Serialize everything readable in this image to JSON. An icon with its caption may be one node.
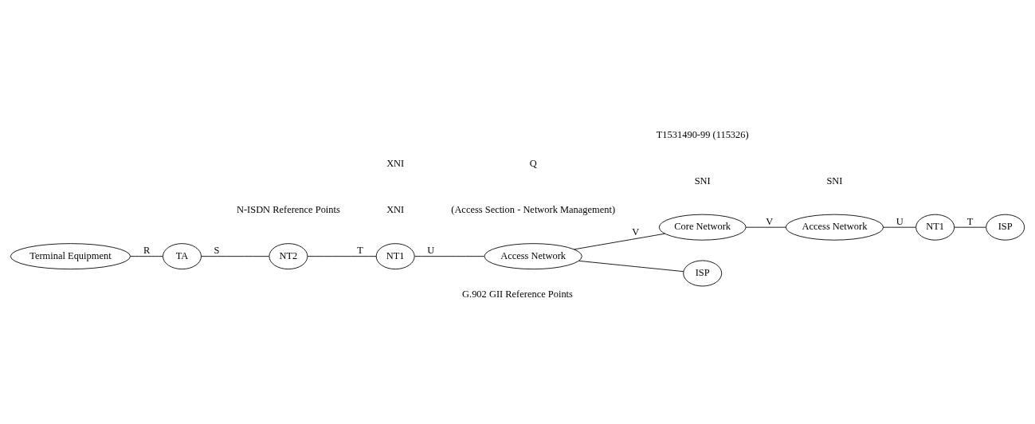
{
  "diagram": {
    "caption": "G.902 GII Reference Points",
    "nodes": [
      {
        "text": [
          "Terminal Equipment"
        ]
      },
      {
        "text": [
          "TA"
        ]
      },
      {
        "text": [
          "NT2"
        ]
      },
      {
        "text": [
          "NT1"
        ]
      },
      {
        "text": [
          "Access Network"
        ]
      },
      {
        "text": [
          "Core Network"
        ]
      },
      {
        "text": [
          "Access Network"
        ]
      },
      {
        "text": [
          "NT1"
        ]
      },
      {
        "text": [
          "ISP"
        ]
      },
      {
        "text": [
          "ISP"
        ]
      }
    ],
    "edges": [
      {
        "from": 0,
        "to": 1,
        "arrow": "none",
        "label": "R"
      },
      {
        "from": 1,
        "to": 2,
        "arrow": "none",
        "label": "S"
      },
      {
        "from": 2,
        "to": 3,
        "arrow": "none",
        "label": "T"
      },
      {
        "from": 3,
        "to": 4,
        "arrow": "none",
        "label": "U"
      },
      {
        "from": 4,
        "to": 5,
        "arrow": "none",
        "label": "V"
      },
      {
        "from": 5,
        "to": 6,
        "arrow": "none",
        "label": "V"
      },
      {
        "from": 6,
        "to": 7,
        "arrow": "none",
        "label": "U"
      },
      {
        "from": 7,
        "to": 8,
        "arrow": "none",
        "label": "T"
      },
      {
        "from": 4,
        "to": 9,
        "arrow": "none"
      }
    ],
    "labels": [
      "(Access Section - Network Management)",
      "Q",
      "N-ISDN Reference Points",
      "XNI",
      "XNI",
      "SNI",
      "SNI",
      "T1531490-99 (115326)"
    ]
  }
}
